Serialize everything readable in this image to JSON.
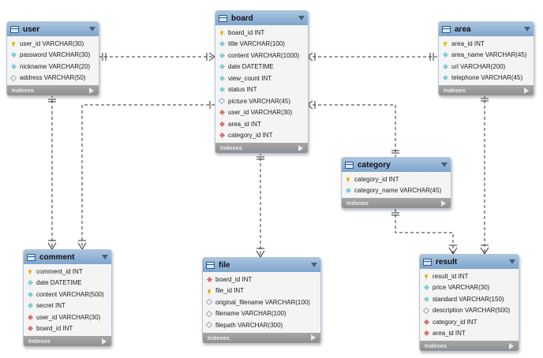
{
  "tables": [
    {
      "id": "user",
      "name": "user",
      "indexes_label": "Indexes",
      "columns": [
        {
          "text": "user_id VARCHAR(30)",
          "icon": "pk"
        },
        {
          "text": "password VARCHAR(30)",
          "icon": "col"
        },
        {
          "text": "nickname VARCHAR(20)",
          "icon": "col"
        },
        {
          "text": "address VARCHAR(50)",
          "icon": "nul"
        }
      ]
    },
    {
      "id": "board",
      "name": "board",
      "indexes_label": "Indexes",
      "columns": [
        {
          "text": "board_id INT",
          "icon": "pk"
        },
        {
          "text": "title VARCHAR(100)",
          "icon": "col"
        },
        {
          "text": "content VARCHAR(1000)",
          "icon": "col"
        },
        {
          "text": "date DATETIME",
          "icon": "col"
        },
        {
          "text": "view_count INT",
          "icon": "col"
        },
        {
          "text": "status INT",
          "icon": "col"
        },
        {
          "text": "picture VARCHAR(45)",
          "icon": "nul"
        },
        {
          "text": "user_id VARCHAR(30)",
          "icon": "fk"
        },
        {
          "text": "area_id INT",
          "icon": "fk"
        },
        {
          "text": "category_id INT",
          "icon": "fk"
        }
      ]
    },
    {
      "id": "area",
      "name": "area",
      "indexes_label": "Indexes",
      "columns": [
        {
          "text": "area_id INT",
          "icon": "pk"
        },
        {
          "text": "area_name VARCHAR(45)",
          "icon": "col"
        },
        {
          "text": "url VARCHAR(200)",
          "icon": "col"
        },
        {
          "text": "telephone VARCHAR(45)",
          "icon": "col"
        }
      ]
    },
    {
      "id": "category",
      "name": "category",
      "indexes_label": "Indexes",
      "columns": [
        {
          "text": "category_id INT",
          "icon": "pk"
        },
        {
          "text": "category_name VARCHAR(45)",
          "icon": "col"
        }
      ]
    },
    {
      "id": "comment",
      "name": "comment",
      "indexes_label": "Indexes",
      "columns": [
        {
          "text": "comment_id INT",
          "icon": "pk"
        },
        {
          "text": "date DATETIME",
          "icon": "col"
        },
        {
          "text": "content VARCHAR(500)",
          "icon": "col"
        },
        {
          "text": "secret INT",
          "icon": "col"
        },
        {
          "text": "user_id VARCHAR(30)",
          "icon": "fk"
        },
        {
          "text": "board_id INT",
          "icon": "fk"
        }
      ]
    },
    {
      "id": "file",
      "name": "file",
      "indexes_label": "Indexes",
      "columns": [
        {
          "text": "board_id INT",
          "icon": "fk"
        },
        {
          "text": "file_id INT",
          "icon": "pk"
        },
        {
          "text": "original_filename VARCHAR(100)",
          "icon": "nul"
        },
        {
          "text": "filename VARCHAR(100)",
          "icon": "nul"
        },
        {
          "text": "filepath VARCHAR(300)",
          "icon": "nul"
        }
      ]
    },
    {
      "id": "result",
      "name": "result",
      "indexes_label": "Indexes",
      "columns": [
        {
          "text": "result_id INT",
          "icon": "pk"
        },
        {
          "text": "price VARCHAR(30)",
          "icon": "col"
        },
        {
          "text": "standard VARCHAR(150)",
          "icon": "col"
        },
        {
          "text": "description VARCHAR(500)",
          "icon": "nul"
        },
        {
          "text": "category_id INT",
          "icon": "fk"
        },
        {
          "text": "area_id INT",
          "icon": "fk"
        }
      ]
    }
  ],
  "colors": {
    "header": "#8fb3d9",
    "line": "#333333"
  }
}
